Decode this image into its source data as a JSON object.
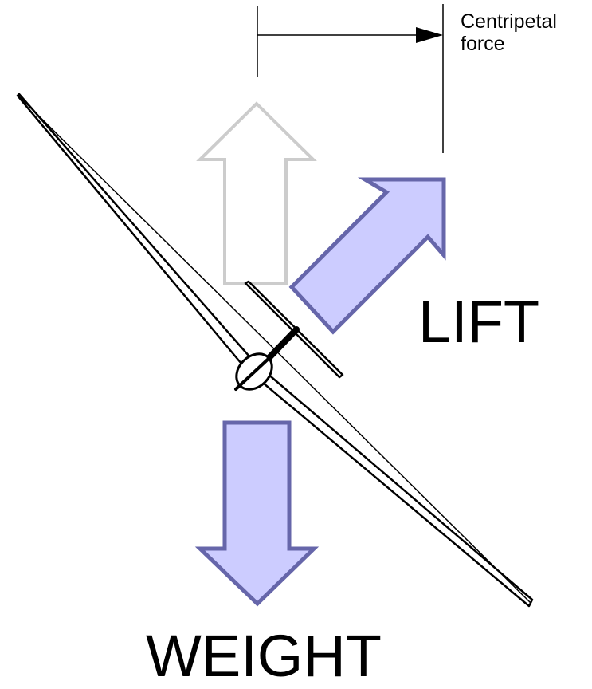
{
  "labels": {
    "centripetal_line1": "Centripetal",
    "centripetal_line2": "force",
    "lift": "LIFT",
    "weight": "WEIGHT"
  },
  "colors": {
    "force_arrow_fill": "#ccccff",
    "force_arrow_stroke": "#6666aa",
    "vertical_component_stroke": "#cccccc",
    "line": "#000000",
    "background": "#ffffff"
  },
  "icons": {
    "glider": "glider-icon"
  }
}
